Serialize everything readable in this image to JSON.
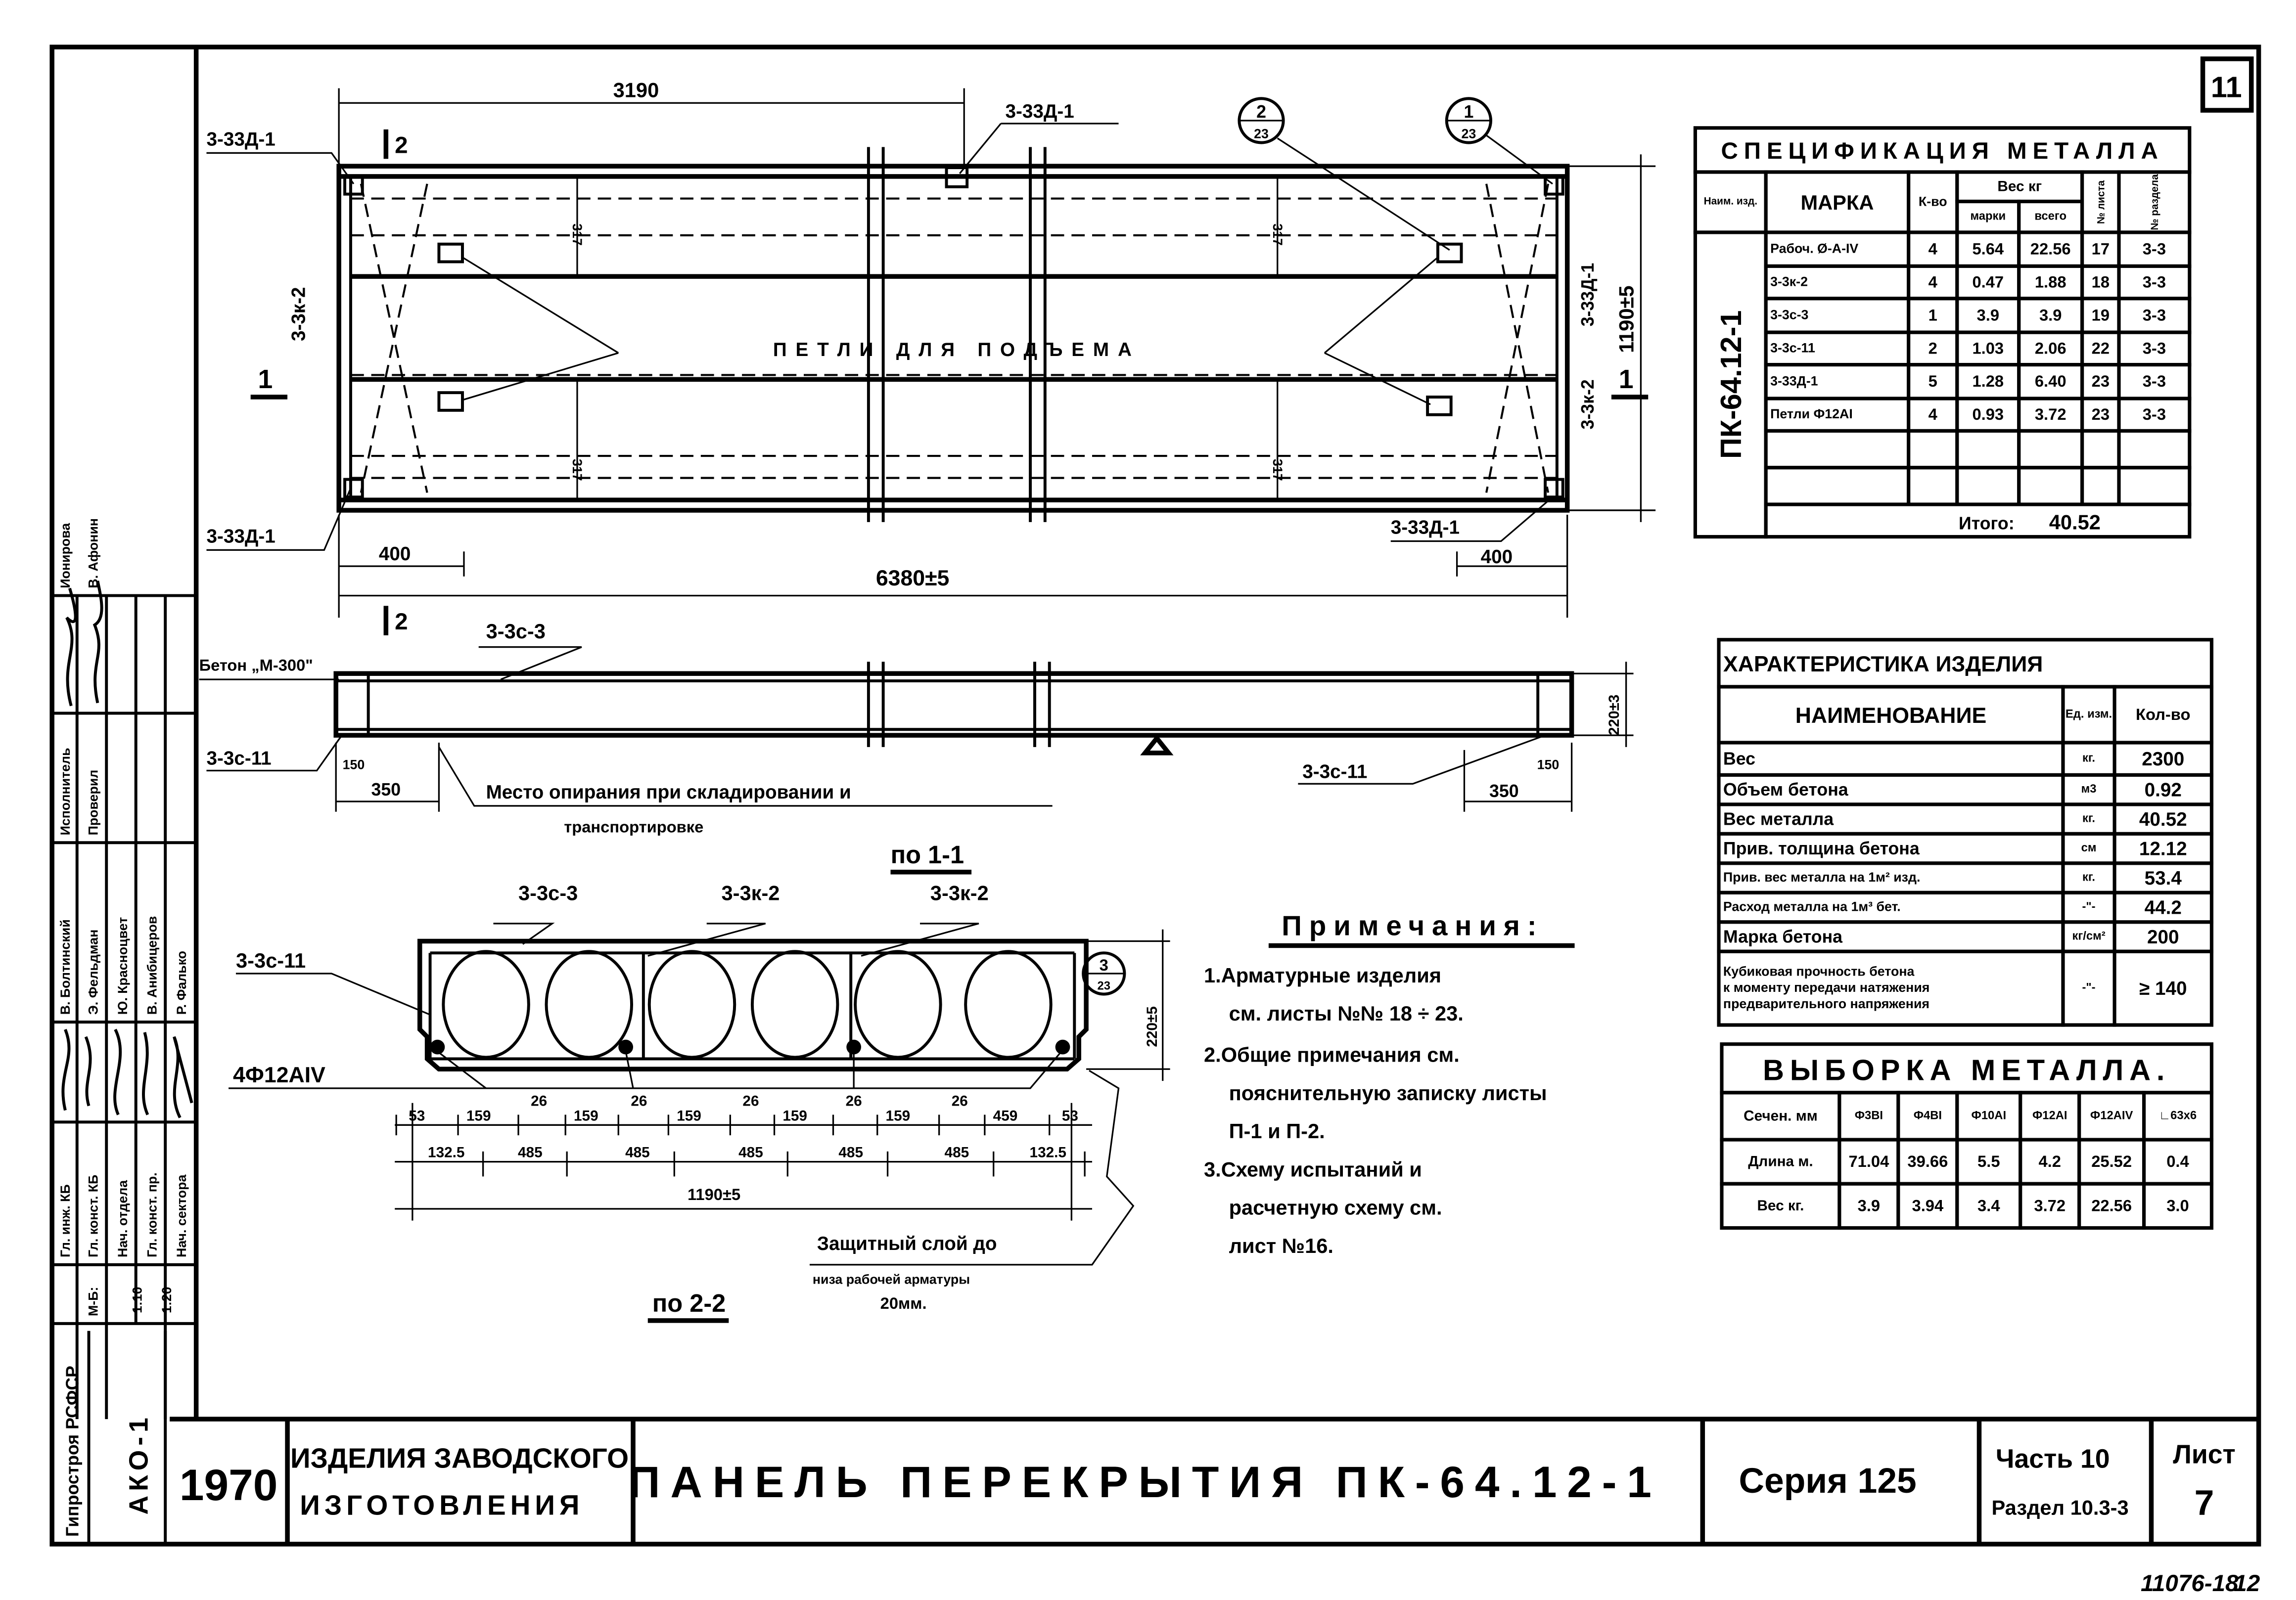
{
  "sheet_number": "11",
  "archive_number": "11076-18",
  "archive_page": "12",
  "plan": {
    "dim_3190": "3190",
    "mark_top_left": "3-33Д-1",
    "mark_top_mid": "3-33Д-1",
    "mark_bottom_left": "3-33Д-1",
    "mark_bottom_right": "3-33Д-1",
    "mark_right_vertical": "3-33Д-1",
    "mark_left_vertical": "3-3к-2",
    "mark_right_vertical_2": "3-3к-2",
    "section_1": "1",
    "section_2": "2",
    "callout_2_top": "2",
    "callout_2_bottom": "23",
    "callout_1_top": "1",
    "callout_1_bottom": "23",
    "dim_317": "317",
    "dim_width": "1190±5",
    "loops_label": "ПЕТЛИ ДЛЯ ПОДЪЕМА",
    "dim_400": "400",
    "dim_length": "6380±5"
  },
  "section_22": {
    "concrete": "Бетон „М-300\"",
    "mark_top": "3-3с-3",
    "mark_left": "3-3с-11",
    "mark_right": "3-3с-11",
    "dim_150": "150",
    "dim_350": "350",
    "dim_height": "220±3",
    "support_note_1": "Место опирания при складировании и",
    "support_note_2": "транспортировке"
  },
  "section_11": {
    "title": "по 1-1",
    "mark_top": "3-3с-3",
    "mark_mid": "3-3к-2",
    "mark_right": "3-3к-2",
    "mark_left": "3-3с-11",
    "rebar": "4Ф12АIV",
    "callout_top": "3",
    "callout_bottom": "23",
    "dim_height": "220±5",
    "dims_row1": [
      "53",
      "159",
      "26",
      "159",
      "26",
      "159",
      "26",
      "159",
      "26",
      "159",
      "26",
      "459",
      "53"
    ],
    "dims_row2": [
      "132.5",
      "485",
      "485",
      "485",
      "485",
      "485",
      "132.5"
    ],
    "dim_total": "1190±5",
    "cover_1": "Защитный слой до",
    "cover_2": "низа рабочей арматуры",
    "cover_3": "20мм.",
    "title_22": "по 2-2"
  },
  "spec": {
    "title": "СПЕЦИФИКАЦИЯ МЕТАЛЛА",
    "h_product": "Наим. изд.",
    "h_mark": "МАРКА",
    "h_qty": "К-во",
    "h_weight": "Вес кг",
    "h_weight_one": "марки",
    "h_weight_total": "всего",
    "h_sheet": "№ листа",
    "h_section": "№ раздела",
    "product": "ПК-64.12-1",
    "rows": [
      [
        "Рабоч. Ø-А-IV",
        "4",
        "5.64",
        "22.56",
        "17",
        "3-3"
      ],
      [
        "3-3к-2",
        "4",
        "0.47",
        "1.88",
        "18",
        "3-3"
      ],
      [
        "3-3с-3",
        "1",
        "3.9",
        "3.9",
        "19",
        "3-3"
      ],
      [
        "3-3с-11",
        "2",
        "1.03",
        "2.06",
        "22",
        "3-3"
      ],
      [
        "3-33Д-1",
        "5",
        "1.28",
        "6.40",
        "23",
        "3-3"
      ],
      [
        "Петли Ф12АI",
        "4",
        "0.93",
        "3.72",
        "23",
        "3-3"
      ]
    ],
    "total_label": "Итого:",
    "total": "40.52"
  },
  "characteristics": {
    "title": "ХАРАКТЕРИСТИКА ИЗДЕЛИЯ",
    "h_name": "НАИМЕНОВАНИЕ",
    "h_unit": "Ед. изм.",
    "h_qty": "Кол-во",
    "rows": [
      {
        "name": [
          "Вес"
        ],
        "unit": "кг.",
        "value": "2300"
      },
      {
        "name": [
          "Объем бетона"
        ],
        "unit": "м3",
        "value": "0.92"
      },
      {
        "name": [
          "Вес металла"
        ],
        "unit": "кг.",
        "value": "40.52"
      },
      {
        "name": [
          "Прив. толщина бетона"
        ],
        "unit": "см",
        "value": "12.12"
      },
      {
        "name": [
          "Прив. вес металла на 1м² изд."
        ],
        "unit": "кг.",
        "value": "53.4"
      },
      {
        "name": [
          "Расход металла на 1м³ бет."
        ],
        "unit": "-\"-",
        "value": "44.2"
      },
      {
        "name": [
          "Марка бетона"
        ],
        "unit": "кг/см²",
        "value": "200"
      },
      {
        "name": [
          "Кубиковая прочность бетона",
          "к моменту передачи натяжения",
          "предварительного напряжения"
        ],
        "unit": "-\"-",
        "value": "≥ 140"
      }
    ]
  },
  "selection": {
    "title": "ВЫБОРКА МЕТАЛЛА.",
    "headers": [
      "Сечен. мм",
      "Ф3ВI",
      "Ф4ВI",
      "Ф10АI",
      "Ф12АI",
      "Ф12АIV",
      "∟63х6"
    ],
    "rows": [
      [
        "Длина м.",
        "71.04",
        "39.66",
        "5.5",
        "4.2",
        "25.52",
        "0.4"
      ],
      [
        "Вес кг.",
        "3.9",
        "3.94",
        "3.4",
        "3.72",
        "22.56",
        "3.0"
      ]
    ]
  },
  "notes": {
    "title": "Примечания:",
    "lines": [
      "1.Арматурные изделия",
      "см. листы №№ 18 ÷ 23.",
      "2.Общие примечания см.",
      "пояснительную записку листы",
      "П-1 и П-2.",
      "3.Схему испытаний и",
      "расчетную схему см.",
      "лист №16."
    ]
  },
  "title_block": {
    "year": "1970",
    "category_1": "ИЗДЕЛИЯ ЗАВОДСКОГО",
    "category_2": "ИЗГОТОВЛЕНИЯ",
    "title": "ПАНЕЛЬ ПЕРЕКРЫТИЯ ПК-64.12-1",
    "series": "Серия 125",
    "part": "Часть 10",
    "section": "Раздел 10.3-3",
    "sheet_label": "Лист",
    "sheet": "7"
  },
  "stamp": {
    "positions": [
      "Гл. инж. КБ",
      "Гл. конст. КБ",
      "Нач. отдела",
      "Гл. конст. пр.",
      "Нач. сектора"
    ],
    "names": [
      "В. Болтинский",
      "Э. Фельдман",
      "Ю. Красноцвет",
      "В. Анибицеров",
      "Р. Фалько"
    ],
    "roles": [
      "Исполнитель",
      "Проверил"
    ],
    "role_names": [
      "Ионирова",
      "В. Афонин"
    ],
    "scale_label": "М-Б:",
    "scales": [
      "1:10",
      "1:20"
    ],
    "organization": "Гипростроя РСФСР",
    "code": "АКО-1"
  }
}
